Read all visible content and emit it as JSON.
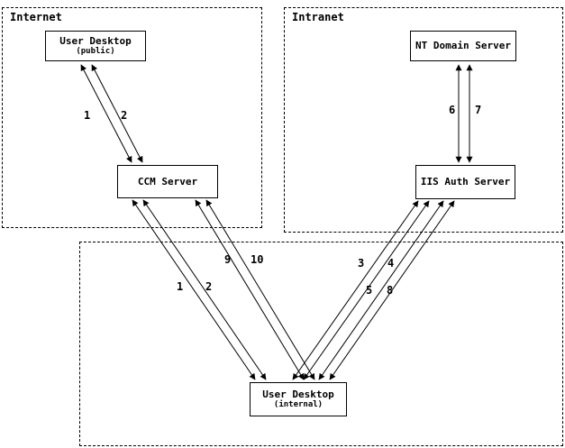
{
  "zones": {
    "internet": {
      "label": "Internet"
    },
    "intranet": {
      "label": "Intranet"
    }
  },
  "nodes": {
    "user_desktop_public": {
      "title": "User Desktop",
      "subtitle": "(public)"
    },
    "ccm_server": {
      "title": "CCM Server"
    },
    "nt_domain_server": {
      "title": "NT Domain Server"
    },
    "iis_auth_server": {
      "title": "IIS Auth Server"
    },
    "user_desktop_internal": {
      "title": "User Desktop",
      "subtitle": "(internal)"
    }
  },
  "steps": {
    "public_ccm": [
      "1",
      "2"
    ],
    "nt_iis": [
      "6",
      "7"
    ],
    "ccm_internal": [
      "1",
      "2"
    ],
    "ccm_internal_alt": [
      "9",
      "10"
    ],
    "iis_internal": [
      "3",
      "4"
    ],
    "iis_internal_alt": [
      "5",
      "8"
    ]
  },
  "colors": {
    "line": "#000000",
    "background": "#ffffff"
  }
}
